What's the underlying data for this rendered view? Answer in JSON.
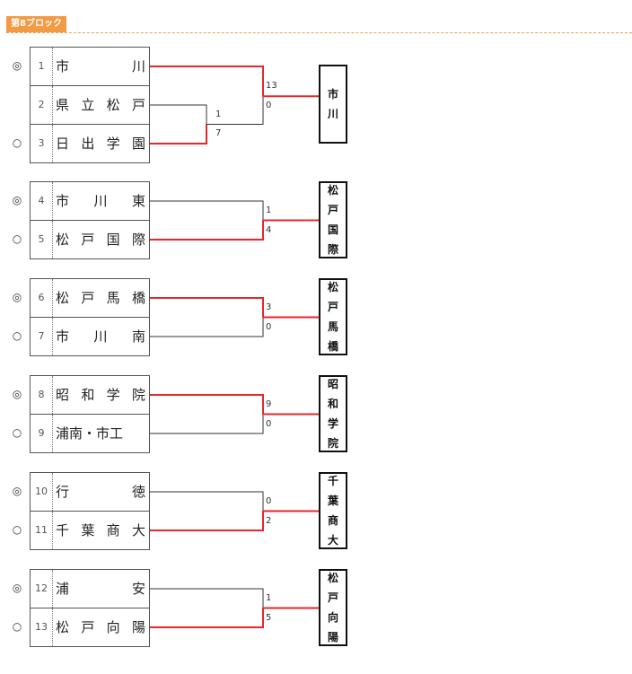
{
  "block_title": "第8ブロック",
  "games": [
    {
      "teams": [
        {
          "mark": "◎",
          "seed": "1",
          "name": [
            "市",
            "川"
          ]
        },
        {
          "mark": "",
          "seed": "2",
          "name": [
            "県",
            "立",
            "松",
            "戸"
          ]
        },
        {
          "mark": "○",
          "seed": "3",
          "name": [
            "日",
            "出",
            "学",
            "園"
          ]
        }
      ],
      "prelim_scores": [
        "1",
        "7"
      ],
      "scores": [
        "13",
        "0"
      ],
      "winner": [
        "市",
        "川"
      ]
    },
    {
      "teams": [
        {
          "mark": "◎",
          "seed": "4",
          "name": [
            "市",
            "川",
            "東"
          ]
        },
        {
          "mark": "○",
          "seed": "5",
          "name": [
            "松",
            "戸",
            "国",
            "際"
          ]
        }
      ],
      "scores": [
        "1",
        "4"
      ],
      "winner": [
        "松",
        "戸",
        "国",
        "際"
      ]
    },
    {
      "teams": [
        {
          "mark": "◎",
          "seed": "6",
          "name": [
            "松",
            "戸",
            "馬",
            "橋"
          ]
        },
        {
          "mark": "○",
          "seed": "7",
          "name": [
            "市",
            "川",
            "南"
          ]
        }
      ],
      "scores": [
        "3",
        "0"
      ],
      "winner": [
        "松",
        "戸",
        "馬",
        "橋"
      ]
    },
    {
      "teams": [
        {
          "mark": "◎",
          "seed": "8",
          "name": [
            "昭",
            "和",
            "学",
            "院"
          ]
        },
        {
          "mark": "○",
          "seed": "9",
          "name": [
            "浦南・市工"
          ]
        }
      ],
      "scores": [
        "9",
        "0"
      ],
      "winner": [
        "昭",
        "和",
        "学",
        "院"
      ]
    },
    {
      "teams": [
        {
          "mark": "◎",
          "seed": "10",
          "name": [
            "行",
            "徳"
          ]
        },
        {
          "mark": "○",
          "seed": "11",
          "name": [
            "千",
            "葉",
            "商",
            "大"
          ]
        }
      ],
      "scores": [
        "0",
        "2"
      ],
      "winner": [
        "千",
        "葉",
        "商",
        "大"
      ]
    },
    {
      "teams": [
        {
          "mark": "◎",
          "seed": "12",
          "name": [
            "浦",
            "安"
          ]
        },
        {
          "mark": "○",
          "seed": "13",
          "name": [
            "松",
            "戸",
            "向",
            "陽"
          ]
        }
      ],
      "scores": [
        "1",
        "5"
      ],
      "winner": [
        "松",
        "戸",
        "向",
        "陽"
      ]
    }
  ],
  "colors": {
    "win_line": "#e8262b",
    "lose_line": "#333333",
    "header": "#f39a44"
  }
}
